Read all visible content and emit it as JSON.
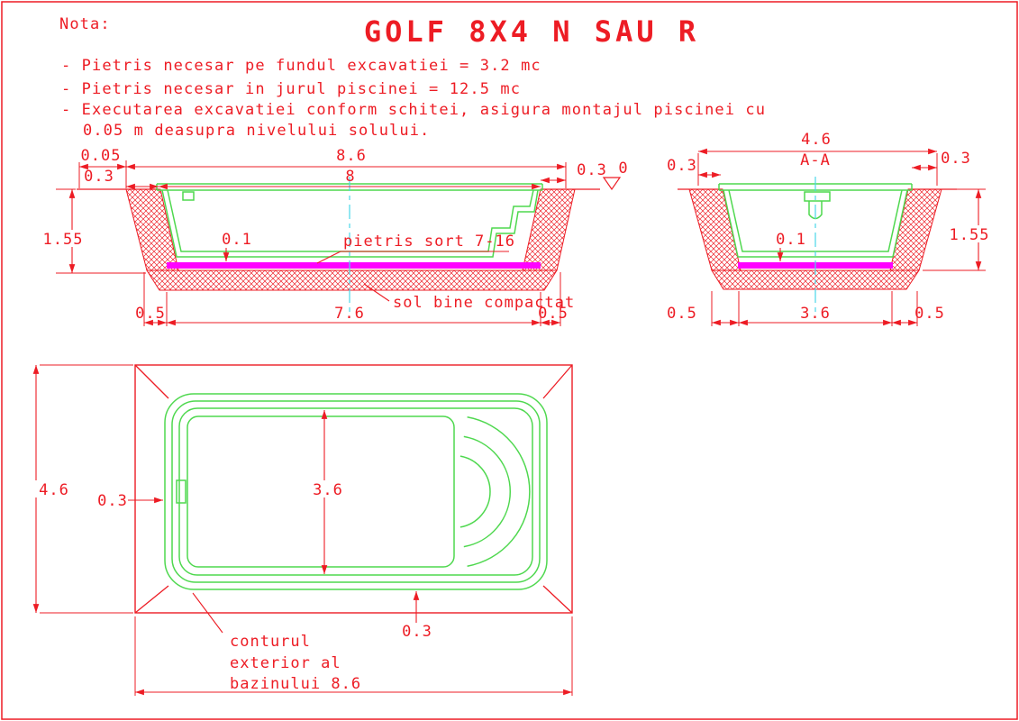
{
  "header": {
    "nota_label": "Nota:",
    "title": "GOLF 8X4 N SAU R"
  },
  "notes": [
    "- Pietris necesar pe fundul excavatiei = 3.2 mc",
    "- Pietris necesar in jurul piscinei = 12.5 mc",
    "- Executarea excavatiei conform schitei, asigura montajul piscinei cu",
    "0.05 m deasupra nivelului solului."
  ],
  "colors": {
    "dimension_red": "#ed1c24",
    "pool_green": "#4fd84f",
    "gravel_magenta": "#ff00ff",
    "centerline_cyan": "#49d7e8",
    "background": "#ffffff"
  },
  "long_section": {
    "dim_overhang": "0.05",
    "dim_outer_length": "8.6",
    "dim_rim_left": "0.3",
    "dim_inner_length": "8",
    "dim_rim_right": "0.3",
    "level_zero": "0",
    "dim_depth": "1.55",
    "dim_gravel_thickness": "0.1",
    "label_gravel": "pietris sort 7-16",
    "label_soil": "sol bine compactat",
    "dim_bottom_left": "0.5",
    "dim_bottom_length": "7.6",
    "dim_bottom_right": "0.5"
  },
  "cross_section": {
    "dim_outer_width": "4.6",
    "section_label": "A-A",
    "dim_rim_left": "0.3",
    "dim_rim_right": "0.3",
    "dim_depth": "1.55",
    "dim_gravel_thickness": "0.1",
    "dim_bottom_left": "0.5",
    "dim_bottom_width": "3.6",
    "dim_bottom_right": "0.5"
  },
  "plan_view": {
    "dim_outer_width": "4.6",
    "dim_wall_left": "0.3",
    "dim_inner_width": "3.6",
    "dim_wall_bottom": "0.3",
    "label_contour_line1": "conturul",
    "label_contour_line2": "exterior al",
    "label_contour_line3": "bazinului 8.6"
  }
}
